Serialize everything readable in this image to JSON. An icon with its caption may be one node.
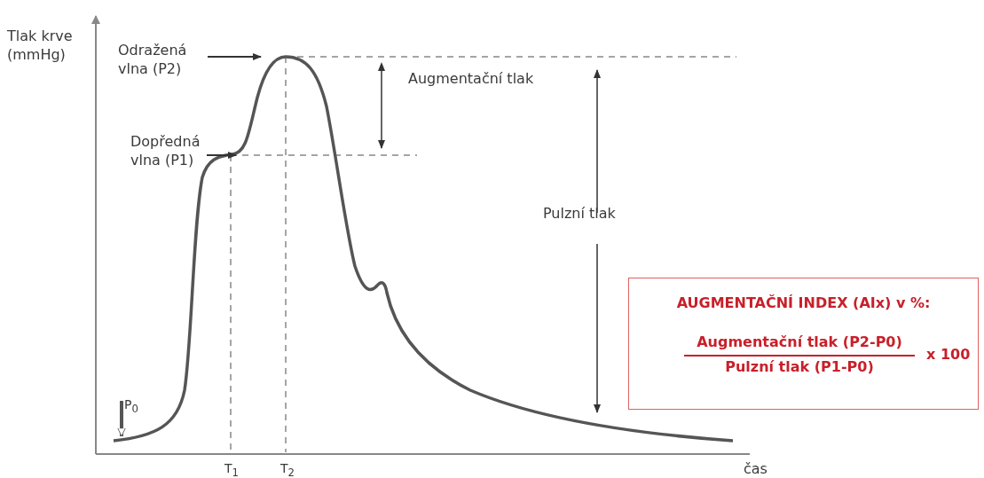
{
  "diagram": {
    "nodes": [
      {
        "text": [
          "Odražená vlna (P2)"
        ]
      },
      {
        "text": [
          "Dopředná vlna (P1)"
        ]
      },
      {
        "text": [
          "P$_{0}$"
        ]
      },
      {
        "text": [
          "AUGMENTAČNÍ INDEX (AIx) v %:",
          "Augmentační tlak (P2-P0)",
          "Pulzní tlak (P1-P0)",
          "x 100"
        ]
      }
    ],
    "edges": [
      {
        "from": 0,
        "to": null,
        "arrow": "to"
      },
      {
        "from": 1,
        "to": null,
        "arrow": "to"
      },
      {
        "from": 2,
        "to": null,
        "arrow": "to",
        "style": "thick"
      }
    ],
    "labels": [
      "Tlak krve (mmHg)",
      "Augmentační tlak",
      "Pulzní tlak",
      "T$_{1}$",
      "T$_{2}$",
      "čas"
    ]
  }
}
